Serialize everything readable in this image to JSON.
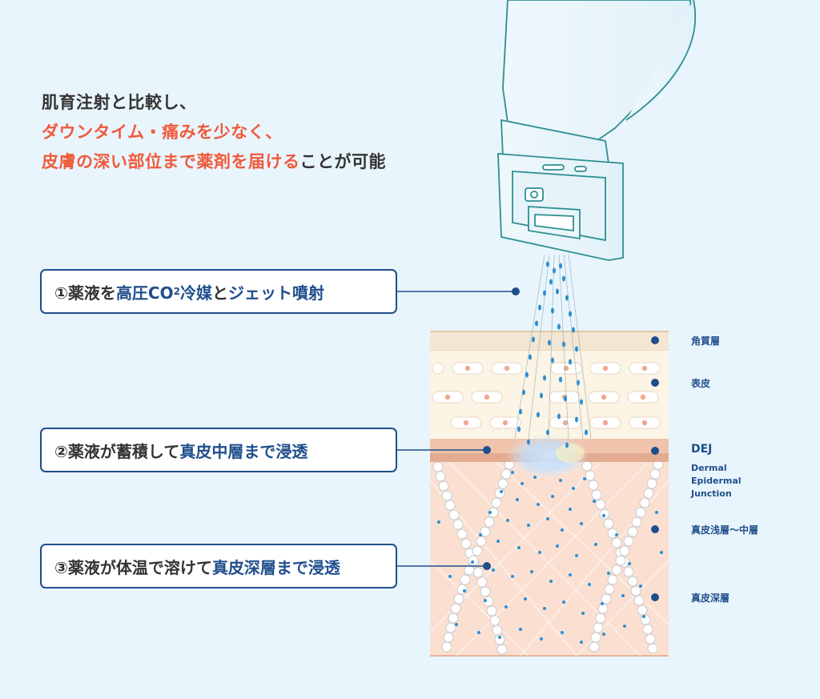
{
  "headline": {
    "line1": "肌育注射と比較し、",
    "line2": "ダウンタイム・痛みを少なく、",
    "line3_highlight": "皮膚の深い部位まで薬剤を届ける",
    "line3_rest": "ことが可能"
  },
  "callouts": [
    {
      "prefix": "①薬液を",
      "highlight": "高圧CO",
      "subscript": "2",
      "highlight2": "冷媒",
      "middle": "と",
      "highlight3": "ジェット噴射",
      "suffix": ""
    },
    {
      "prefix": "②薬液が蓄積して",
      "highlight": "真皮中層まで浸透"
    },
    {
      "prefix": "③薬液が体温で溶けて",
      "highlight": "真皮深層まで浸透"
    }
  ],
  "layers": {
    "stratum_corneum": "角質層",
    "epidermis": "表皮",
    "dej": "DEJ",
    "dej_line1": "Dermal",
    "dej_line2": "Epidermal",
    "dej_line3": "Junction",
    "dermis_mid": "真皮浅層〜中層",
    "dermis_deep": "真皮深層"
  },
  "colors": {
    "accent_red": "#f05a3c",
    "accent_navy": "#1f4e8c",
    "droplet_blue": "#2a8fd6",
    "skin_outer": "#f3e6d2",
    "skin_dermis": "#fbe0d2"
  }
}
